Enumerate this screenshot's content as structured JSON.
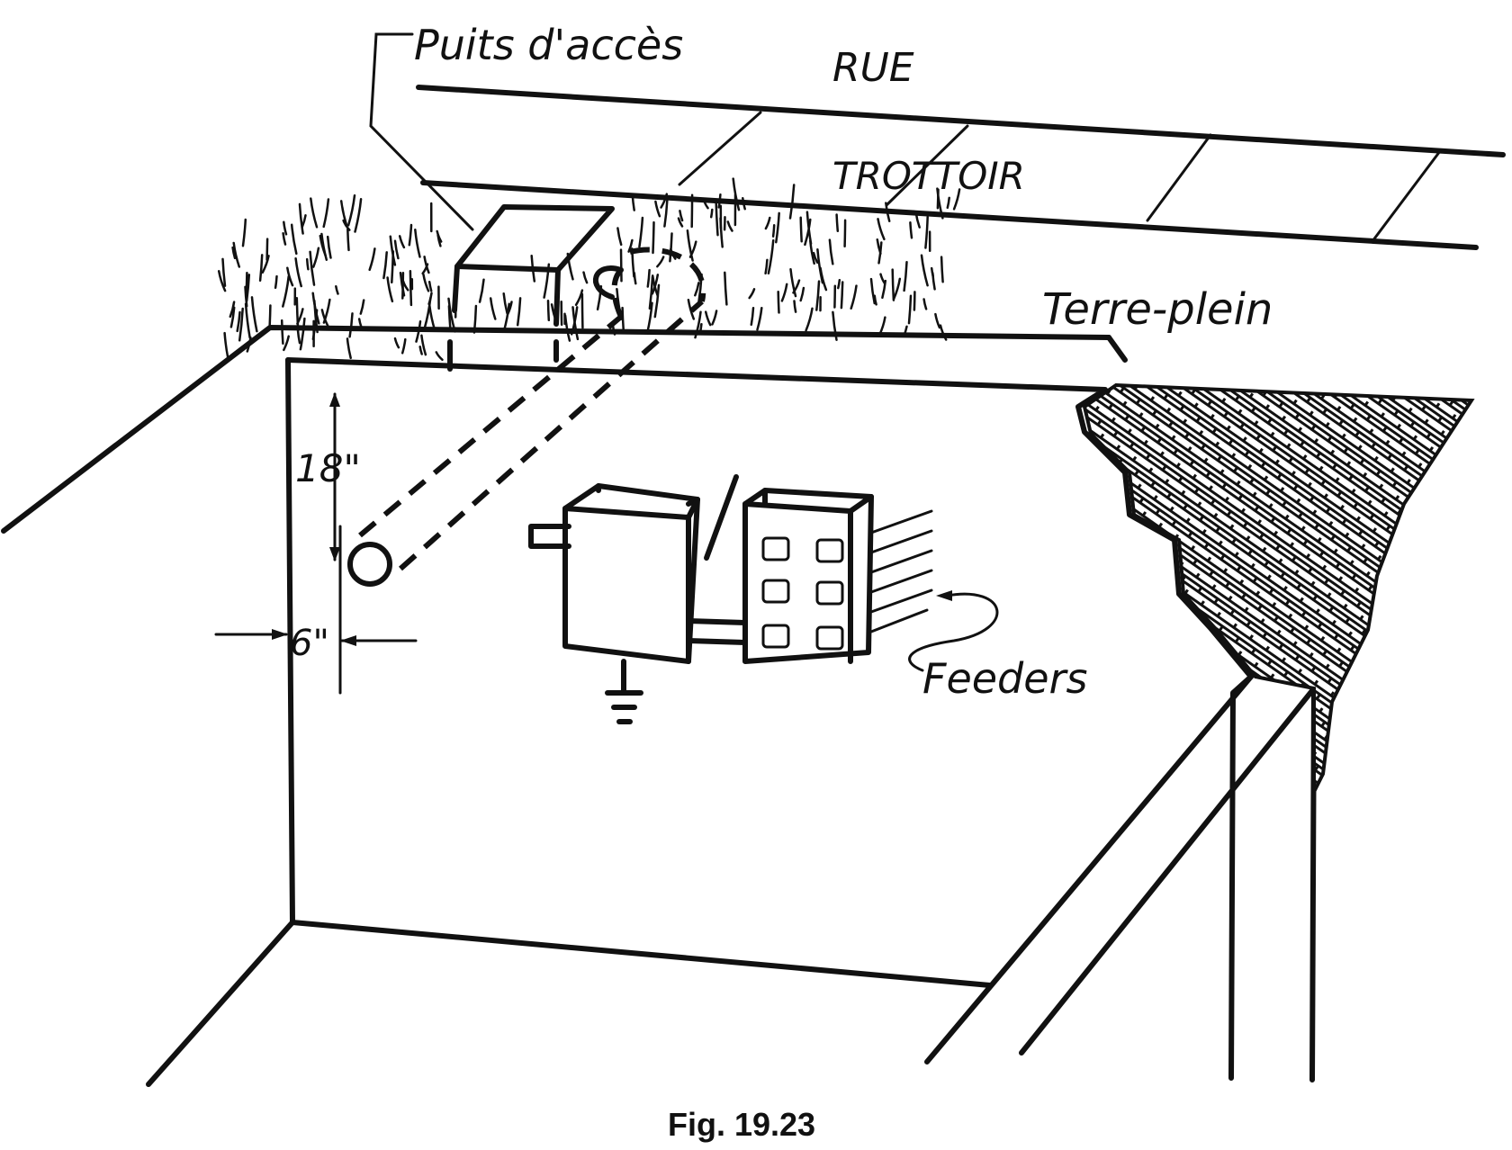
{
  "labels": {
    "manhole": "Puits d'accès",
    "street": "RUE",
    "sidewalk": "TROTTOIR",
    "median": "Terre-plein",
    "dim_vertical": "18\"",
    "dim_horizontal": "6\"",
    "feeders": "Feeders"
  },
  "caption": "Fig. 19.23",
  "colors": {
    "ink": "#111111",
    "paper": "#ffffff"
  }
}
